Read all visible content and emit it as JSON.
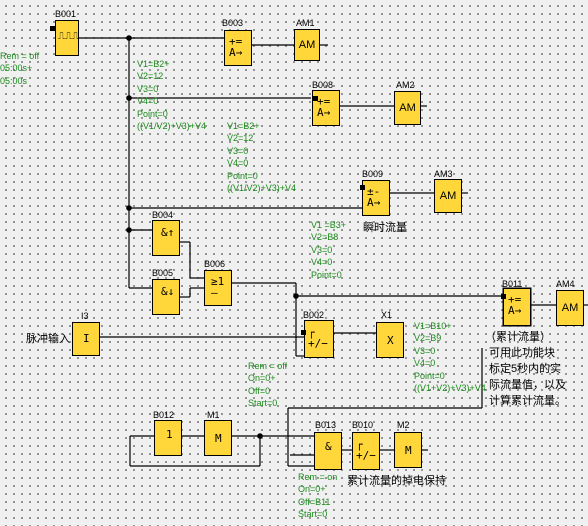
{
  "blocks": {
    "b001": {
      "id": "B001",
      "symbol": "⎍⎍⎍"
    },
    "b003": {
      "id": "B003",
      "symbol": "+=\nA→"
    },
    "b008": {
      "id": "B008",
      "symbol": "+=\nA→"
    },
    "b009": {
      "id": "B009",
      "symbol": "±-\nA→"
    },
    "b004": {
      "id": "B004",
      "symbol": "&↑"
    },
    "b005": {
      "id": "B005",
      "symbol": "&↓"
    },
    "b006": {
      "id": "B006",
      "symbol": "≥1\n–"
    },
    "b011": {
      "id": "B011",
      "symbol": "+=\nA→"
    },
    "i3": {
      "id": "I3",
      "symbol": "I"
    },
    "b002": {
      "id": "B002",
      "symbol": "┌\n+/−"
    },
    "x1": {
      "id": "X1",
      "symbol": "X"
    },
    "b012": {
      "id": "B012",
      "symbol": "1"
    },
    "m1": {
      "id": "M1",
      "symbol": "M"
    },
    "b013": {
      "id": "B013",
      "symbol": "&"
    },
    "b010": {
      "id": "B010",
      "symbol": "┌\n+/−"
    },
    "m2": {
      "id": "M2",
      "symbol": "M"
    }
  },
  "outputs": {
    "am1": {
      "id": "AM1",
      "text": "AM"
    },
    "am2": {
      "id": "AM2",
      "text": "AM"
    },
    "am3": {
      "id": "AM3",
      "text": "AM"
    },
    "am4": {
      "id": "AM4",
      "text": "AM"
    }
  },
  "params": {
    "b001": "Rem = off\n05:00s+\n05:00s",
    "b003": "V1=B2+\nV2=12\nV3=0\nV4=0\nPoint=0\n((V1/V2)+V3)+V4",
    "b008": "V1=B2+\nV2=12\nV3=0\nV4=0\nPoint=0\n((V1/V2)+V3)+V4",
    "b009": "V1 =B3+\nV2=B8\nV3=0\nV4=0\nPoint=0",
    "b002": "Rem = off\nOn=0+\nOff=0\nStart=0",
    "b011": "V1=B10+\nV2=B9\nV3=0\nV4=0\nPoint=0\n((V1+V2)+V3)+V4",
    "b010": "Rem = on\nOn=0+\nOff=B11\nStart=0"
  },
  "notes": {
    "instant_flow": "瞬时流量",
    "pulse_input": "脉冲输入",
    "cumulative_title": "（累计流量）",
    "cumulative_desc": "可用此功能块\n标定5秒内的实\n际流量值，以及\n计算累计流量。",
    "power_loss_hold": "累计流量的掉电保持"
  }
}
